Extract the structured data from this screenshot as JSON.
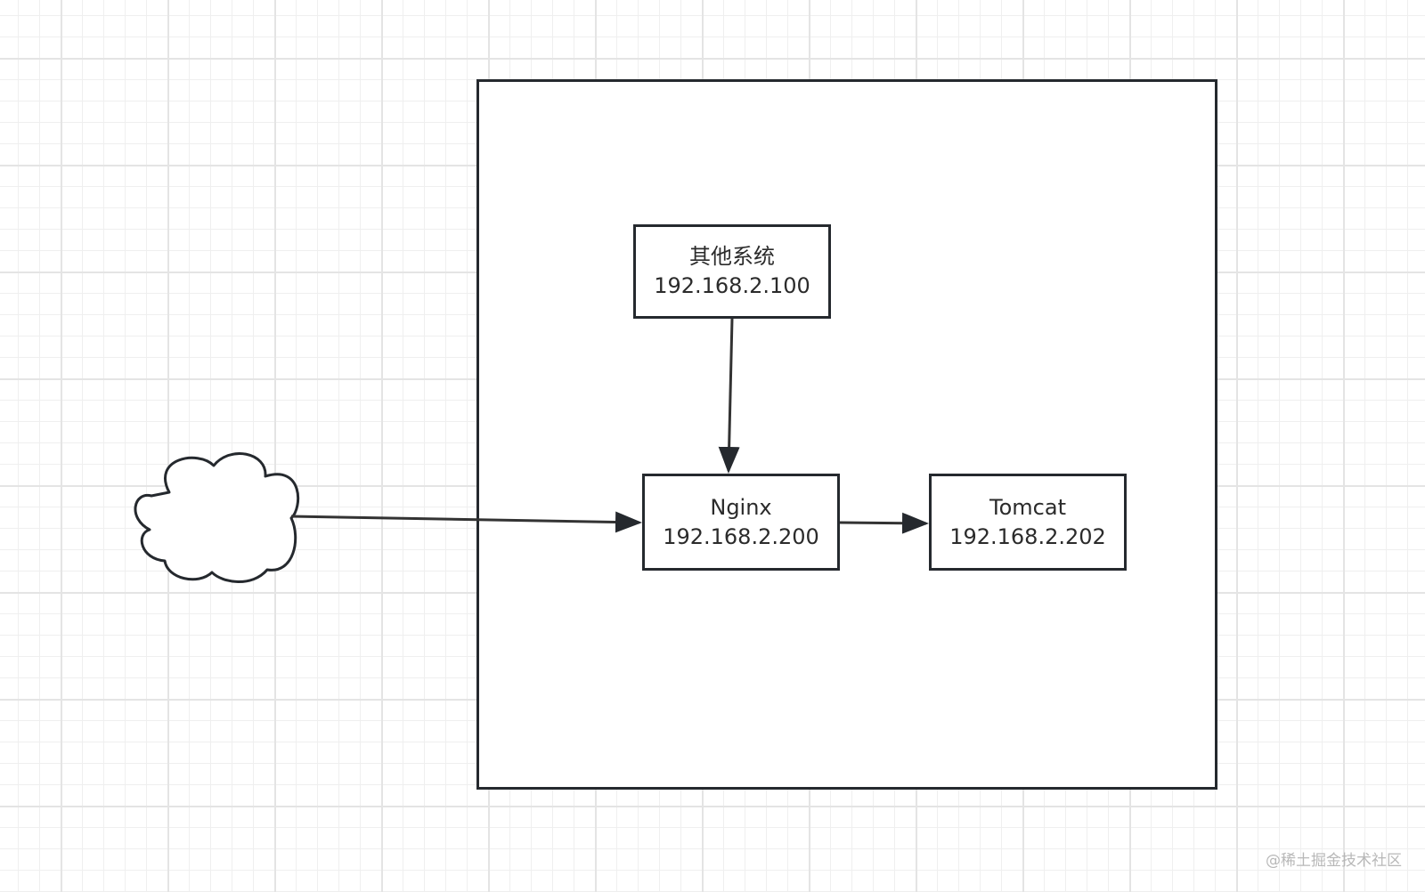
{
  "nodes": {
    "other": {
      "title": "其他系统",
      "ip": "192.168.2.100"
    },
    "nginx": {
      "title": "Nginx",
      "ip": "192.168.2.200"
    },
    "tomcat": {
      "title": "Tomcat",
      "ip": "192.168.2.202"
    }
  },
  "cloud": {
    "icon": "cloud-icon"
  },
  "edges": [
    {
      "from": "cloud",
      "to": "nginx"
    },
    {
      "from": "other",
      "to": "nginx"
    },
    {
      "from": "nginx",
      "to": "tomcat"
    }
  ],
  "watermark": "@稀土掘金技术社区",
  "colors": {
    "stroke": "#25292e",
    "grid": "#e4e4e4",
    "text": "#2b2b2b"
  }
}
